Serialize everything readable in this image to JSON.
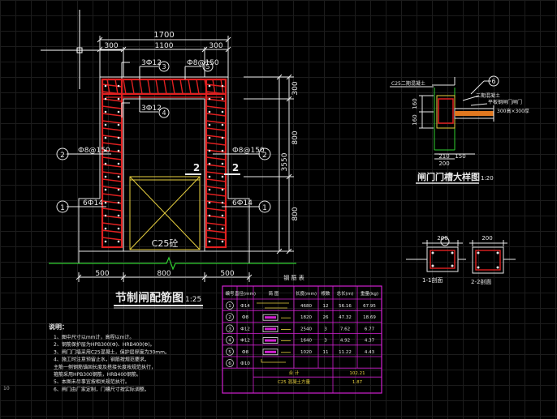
{
  "main": {
    "dims_top": {
      "overall": "1700",
      "left": "300",
      "middle": "1100",
      "right": "300"
    },
    "dims_right": {
      "top": "300",
      "middle": "800",
      "total": "3550",
      "bottom": "800"
    },
    "dims_bottom": {
      "left": "500",
      "middle": "800",
      "right": "500"
    },
    "labels": {
      "bar3": "3Ф12",
      "bar5": "Ф8@150",
      "bar4": "3Ф12",
      "bar2_left": "Ф8@150",
      "bar2_right": "Ф8@150",
      "bar1_left": "6Ф14",
      "bar1_right": "6Ф14",
      "concrete": "C25砼"
    },
    "markers": {
      "m1": "1",
      "m2": "2",
      "m3": "3",
      "m4": "4",
      "m5": "5"
    },
    "section_mark": "2",
    "title": "节制闸配筋图",
    "scale": "1:25"
  },
  "detail": {
    "title": "闸门门槽大样图",
    "scale": "1:20",
    "marker": "6",
    "label_concrete": "C25二期混凝土",
    "label_a": "二期混凝土",
    "label_b": "平板钢闸门闸门",
    "label_c": "300高×300厚",
    "dims": {
      "v1": "160",
      "v2": "160",
      "b1": "210",
      "b2": "150",
      "b3": "200"
    }
  },
  "sections": {
    "left": {
      "title": "1-1剖面",
      "dim": "200"
    },
    "right": {
      "title": "2-2剖面",
      "dim": "200"
    }
  },
  "notes": {
    "heading": "说明：",
    "items": [
      "1、图中尺寸以mm计，高程以m计。",
      "2、钢筋保护层为HPB300(Φ)、HRB400(Φ)。",
      "3、闸门门墙采用C25混凝土，保护层厚度为30mm。",
      "4、施工时注意预留止水，钢筋按规范要求。",
      "   主筋一侧钢筋锚固长度及搭接长度按规范执行，",
      "   箍筋采用HPB300钢筋，HRB400钢筋。",
      "5、本图未尽事宜按相关规范执行。",
      "6、闸门由厂家定制，门槽尺寸按实际调整。"
    ],
    "corner": "10"
  },
  "table": {
    "title": "钢 筋 表",
    "headers": [
      "编号",
      "直径(mm)",
      "简 图",
      "长度(mm)",
      "根数",
      "总长(m)",
      "重量(kg)"
    ],
    "rows": [
      {
        "id": "1",
        "dia": "Ф14",
        "len": "4680",
        "count": "12",
        "total": "56.16",
        "weight": "67.95"
      },
      {
        "id": "2",
        "dia": "Ф8",
        "len": "1820",
        "count": "26",
        "total": "47.32",
        "weight": "18.69"
      },
      {
        "id": "3",
        "dia": "Ф12",
        "len": "2540",
        "count": "3",
        "total": "7.62",
        "weight": "6.77"
      },
      {
        "id": "4",
        "dia": "Ф12",
        "len": "1640",
        "count": "3",
        "total": "4.92",
        "weight": "4.37"
      },
      {
        "id": "5",
        "dia": "Ф8",
        "len": "1020",
        "count": "11",
        "total": "11.22",
        "weight": "4.43"
      },
      {
        "id": "6",
        "dia": "Ф10",
        "len": "",
        "count": "",
        "total": "",
        "weight": ""
      }
    ],
    "sum_label": "合 计",
    "sum_value": "102.21",
    "concrete_label": "C25 混凝土方量",
    "concrete_value": "1.87"
  }
}
